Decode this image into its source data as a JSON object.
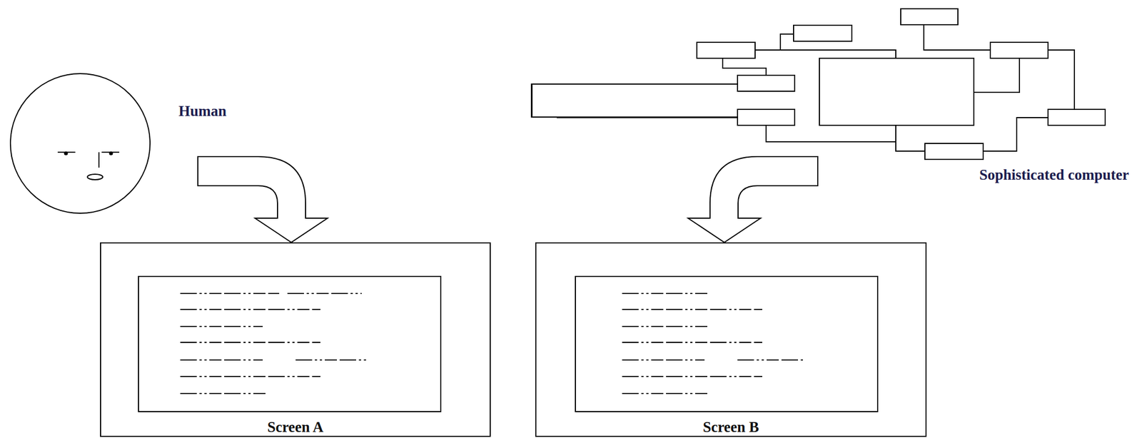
{
  "diagram": {
    "nodes": [
      {
        "text": [
          "Screen A"
        ]
      },
      {
        "text": [
          "Screen B"
        ]
      }
    ],
    "labels": [
      "Human",
      "Sophisticated computer"
    ]
  }
}
